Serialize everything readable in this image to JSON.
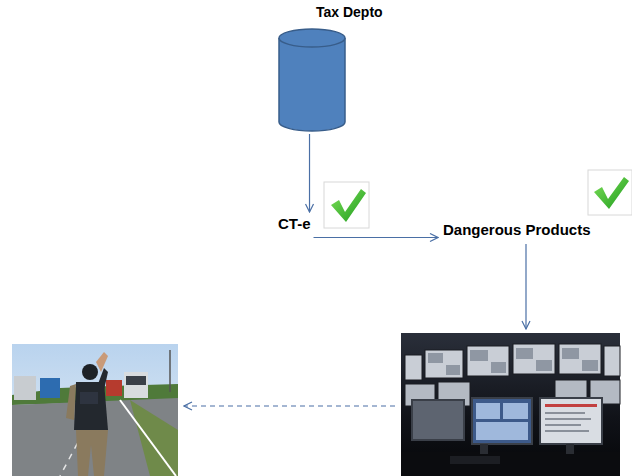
{
  "diagram": {
    "nodes": [
      {
        "text": [
          "Tax Depto"
        ]
      },
      {
        "text": [
          "CT-e"
        ]
      },
      {
        "text": [
          "Dangerous Products"
        ]
      }
    ],
    "edges": [
      {
        "from": 0,
        "to": 1,
        "arrow": "to"
      },
      {
        "from": 1,
        "to": 2,
        "arrow": "to"
      }
    ]
  }
}
